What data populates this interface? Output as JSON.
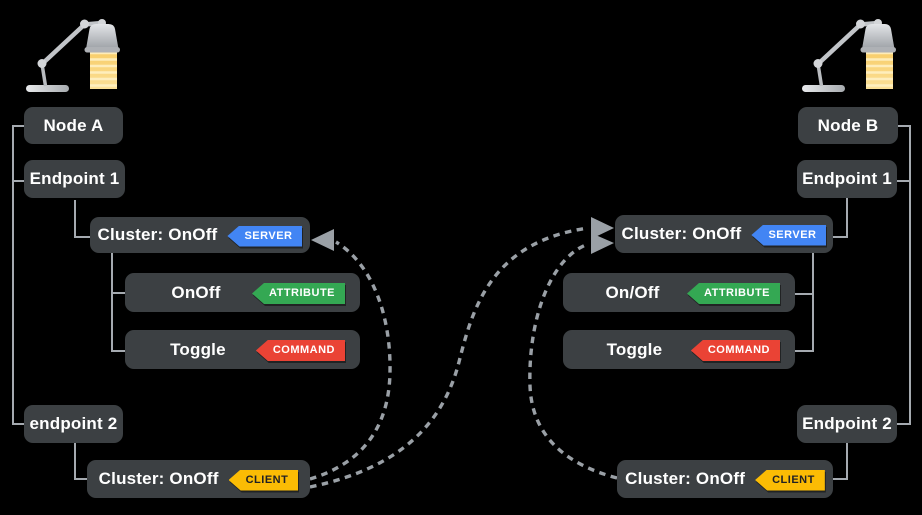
{
  "diagram": {
    "description": "Two Matter nodes with OnOff cluster client/server bindings",
    "background": "#000000"
  },
  "colors": {
    "box": "#3c4043",
    "box_text": "#ffffff",
    "wire": "#a5aab0",
    "arrow": "#9aa0a6",
    "server": "#4285f4",
    "attribute": "#34a853",
    "command": "#ea4335",
    "client": "#fbbc04",
    "client_text": "#202124",
    "lamp_shade": "#b8bbbf",
    "lamp_light": "#fbd06d"
  },
  "node_a": {
    "title": "Node A",
    "endpoint1": "Endpoint 1",
    "server_cluster": {
      "label": "Cluster: OnOff",
      "badge": "SERVER"
    },
    "attribute_row": {
      "label": "OnOff",
      "badge": "ATTRIBUTE"
    },
    "command_row": {
      "label": "Toggle",
      "badge": "COMMAND"
    },
    "endpoint2": "endpoint 2",
    "client_cluster": {
      "label": "Cluster: OnOff",
      "badge": "CLIENT"
    }
  },
  "node_b": {
    "title": "Node B",
    "endpoint1": "Endpoint 1",
    "server_cluster": {
      "label": "Cluster: OnOff",
      "badge": "SERVER"
    },
    "attribute_row": {
      "label": "On/Off",
      "badge": "ATTRIBUTE"
    },
    "command_row": {
      "label": "Toggle",
      "badge": "COMMAND"
    },
    "endpoint2": "Endpoint 2",
    "client_cluster": {
      "label": "Cluster: OnOff",
      "badge": "CLIENT"
    }
  },
  "icons": {
    "left": "desk-lamp-icon",
    "right": "desk-lamp-icon"
  },
  "bindings": [
    {
      "from": "node-a-endpoint2-client",
      "to": "node-a-endpoint1-server",
      "style": "dashed-arrow"
    },
    {
      "from": "node-a-endpoint2-client",
      "to": "node-b-endpoint1-server",
      "style": "dashed-arrow"
    },
    {
      "from": "node-b-endpoint2-client",
      "to": "node-b-endpoint1-server",
      "style": "dashed-arrow"
    }
  ]
}
